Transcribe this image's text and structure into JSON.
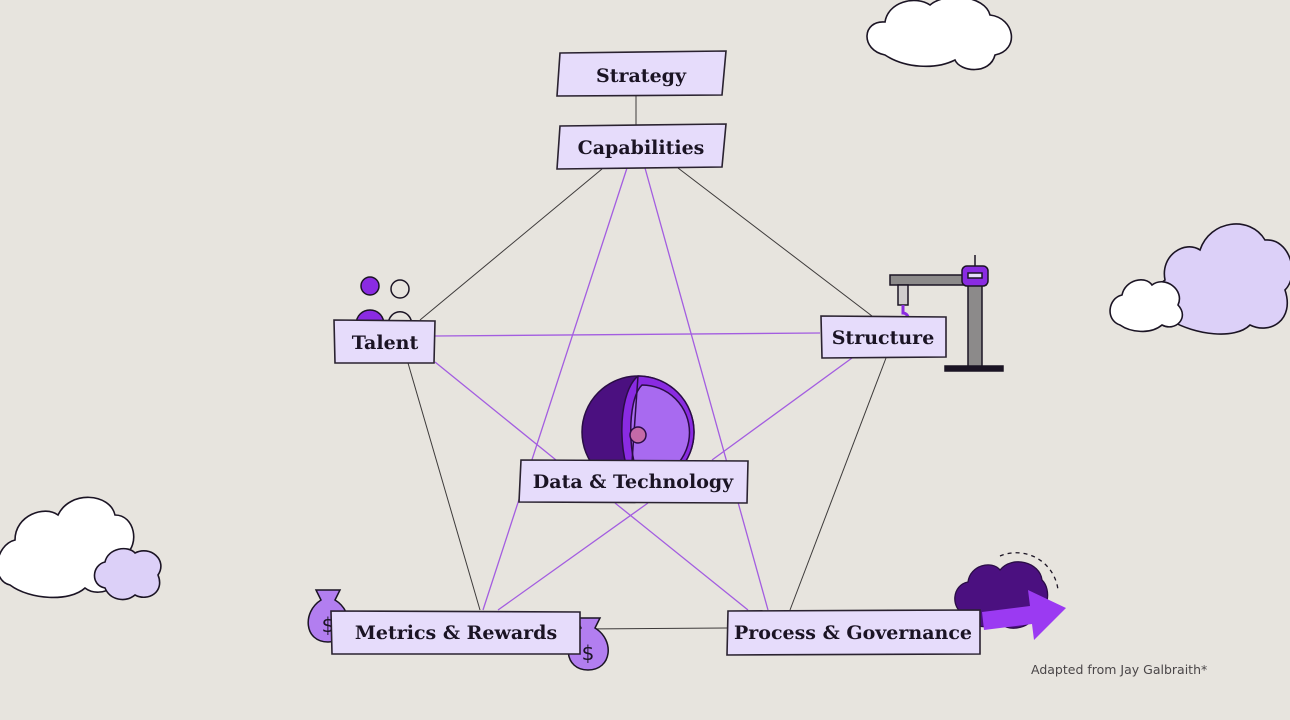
{
  "diagram": {
    "nodes": {
      "strategy": "Strategy",
      "capabilities": "Capabilities",
      "talent": "Talent",
      "structure": "Structure",
      "data_technology": "Data & Technology",
      "metrics_rewards": "Metrics & Rewards",
      "process_governance": "Process & Governance"
    },
    "caption": "Adapted from Jay Galbraith*",
    "icons": [
      "people-icon",
      "crane-icon",
      "globe-core-icon",
      "money-bag-icon",
      "cloud-arrow-icon",
      "cloud-icon"
    ],
    "colors": {
      "background": "#e7e4de",
      "box": "#e6dcfb",
      "accent": "#8a2be2",
      "dark_purple": "#4b1080",
      "line_purple": "#a35de0"
    }
  }
}
